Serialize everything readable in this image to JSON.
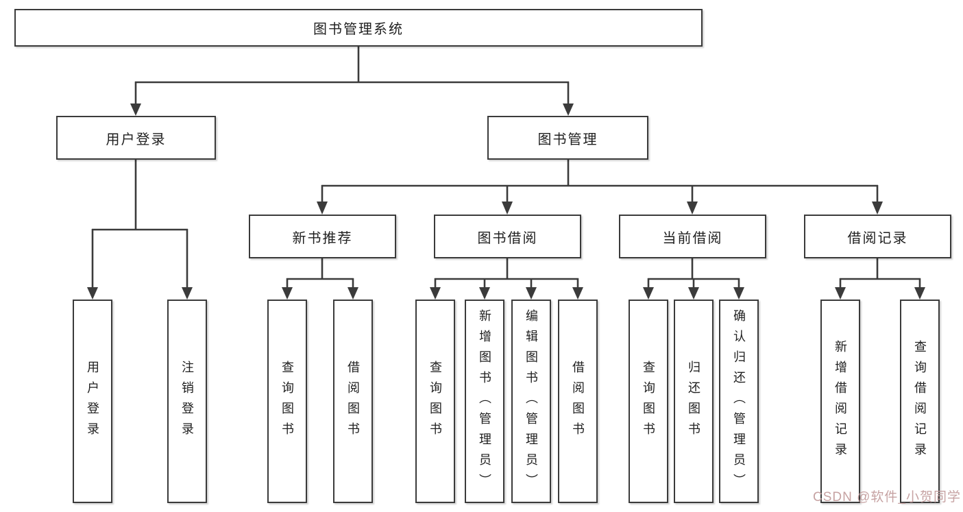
{
  "diagram": {
    "root": {
      "label": "图书管理系统"
    },
    "level2": [
      {
        "label": "用户登录"
      },
      {
        "label": "图书管理"
      }
    ],
    "level3": [
      {
        "label": "新书推荐"
      },
      {
        "label": "图书借阅"
      },
      {
        "label": "当前借阅"
      },
      {
        "label": "借阅记录"
      }
    ],
    "leaves": [
      {
        "label": "用户登录"
      },
      {
        "label": "注销登录"
      },
      {
        "label": "查询图书"
      },
      {
        "label": "借阅图书"
      },
      {
        "label": "查询图书"
      },
      {
        "label": "新增图书（管理员）"
      },
      {
        "label": "编辑图书（管理员）"
      },
      {
        "label": "借阅图书"
      },
      {
        "label": "查询图书"
      },
      {
        "label": "归还图书"
      },
      {
        "label": "确认归还（管理员）"
      },
      {
        "label": "新增借阅记录"
      },
      {
        "label": "查询借阅记录"
      }
    ]
  },
  "watermark": {
    "text": "CSDN @软件_小贺同学",
    "color": "#c49e9e"
  },
  "colors": {
    "line": "#3b3b3b",
    "box_border": "#3a3a3a",
    "text": "#1f1f1f",
    "background": "#ffffff"
  }
}
